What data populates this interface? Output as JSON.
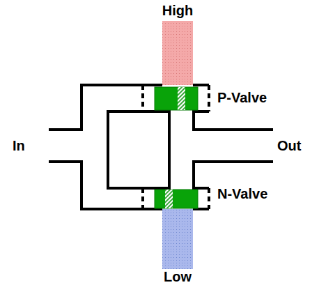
{
  "diagram": {
    "labels": [
      "High",
      "P-Valve",
      "In",
      "Out",
      "N-Valve",
      "Low"
    ]
  }
}
